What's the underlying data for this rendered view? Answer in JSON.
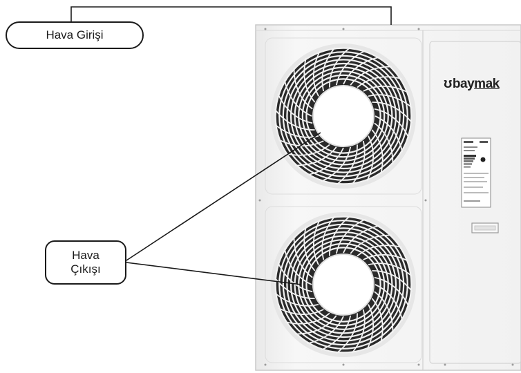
{
  "labels": {
    "air_inlet": "Hava Girişi",
    "air_outlet_line1": "Hava",
    "air_outlet_line2": "Çıkışı"
  },
  "brand": {
    "mark": "ʊ",
    "prefix": "bay",
    "suffix": "mak"
  },
  "colors": {
    "line": "#1a1a1a",
    "unit_body": "#f4f4f4",
    "unit_edge": "#c9c9c9",
    "grille": "#222222"
  }
}
